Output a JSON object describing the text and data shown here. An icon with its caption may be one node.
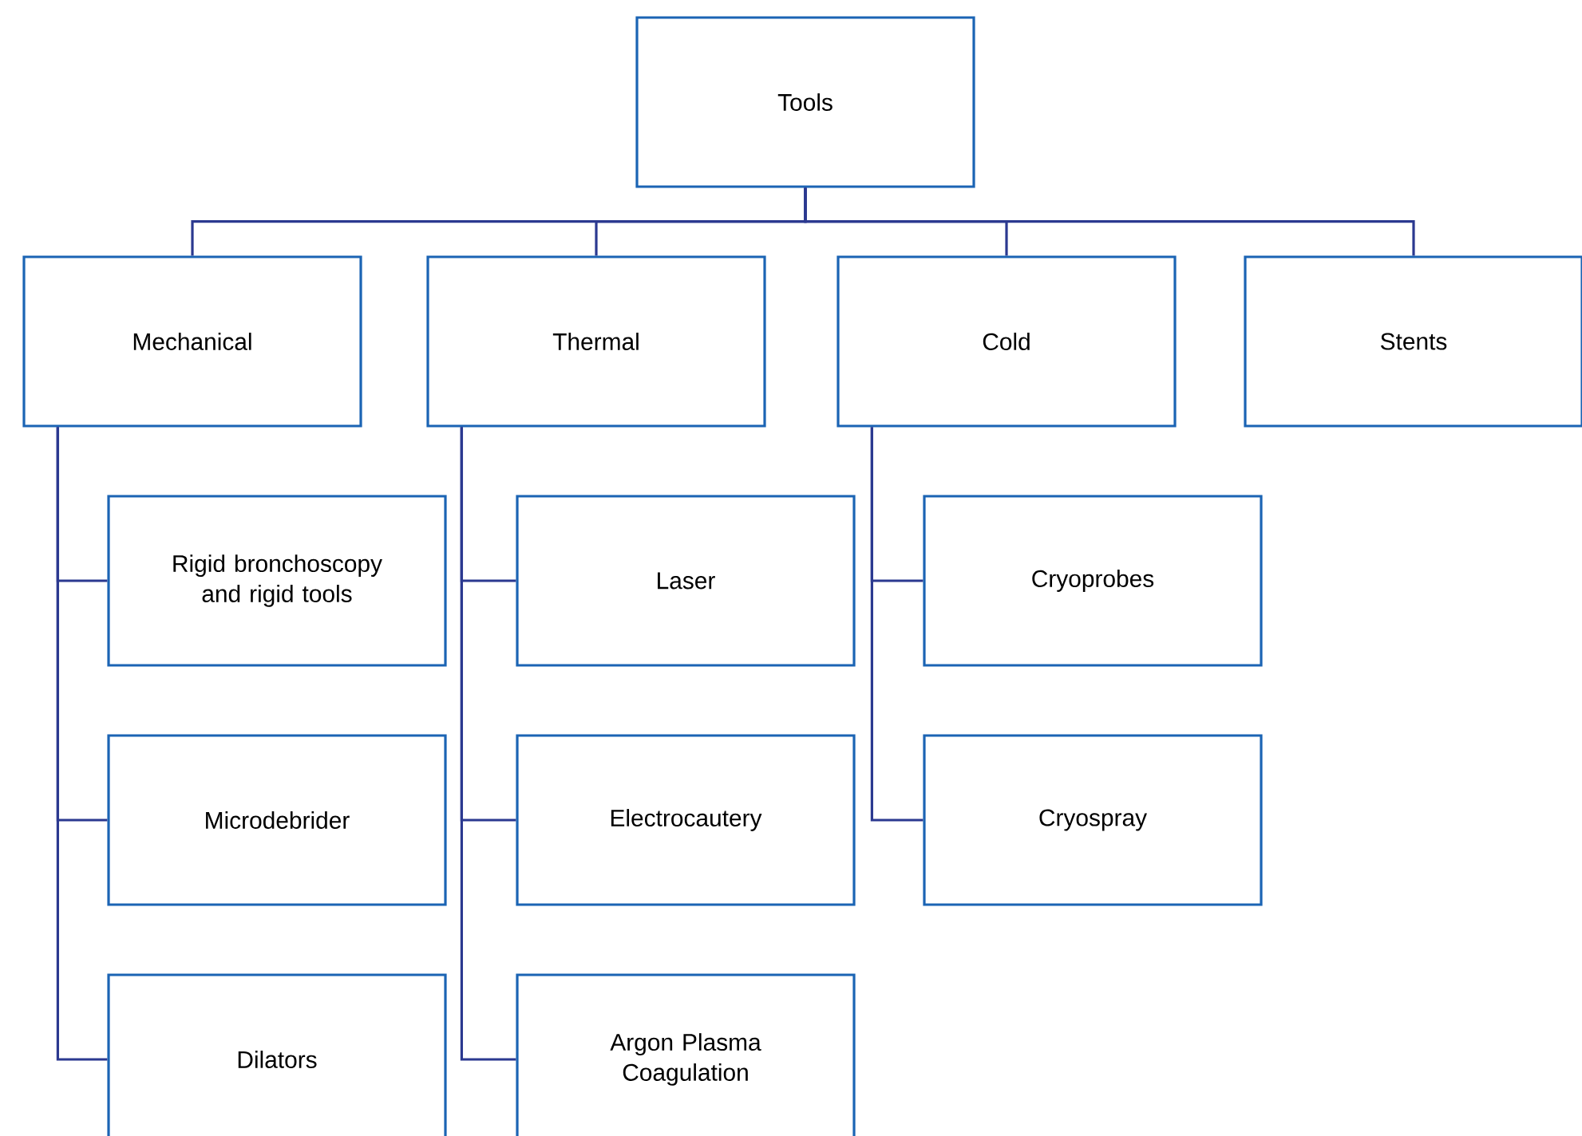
{
  "diagram": {
    "nodes": [
      {
        "text": [
          "Tools"
        ]
      },
      {
        "text": [
          "Mechanical"
        ]
      },
      {
        "text": [
          "Thermal"
        ]
      },
      {
        "text": [
          "Cold"
        ]
      },
      {
        "text": [
          "Stents"
        ]
      },
      {
        "text": [
          "Rigid bronchoscopy and rigid tools"
        ]
      },
      {
        "text": [
          "Microdebrider"
        ]
      },
      {
        "text": [
          "Dilators"
        ]
      },
      {
        "text": [
          "Laser"
        ]
      },
      {
        "text": [
          "Electrocautery"
        ]
      },
      {
        "text": [
          "Argon Plasma Coagulation"
        ]
      },
      {
        "text": [
          "Cryoprobes"
        ]
      },
      {
        "text": [
          "Cryospray"
        ]
      }
    ],
    "edges": [
      {
        "from": 0,
        "to": 1,
        "arrow": "none"
      },
      {
        "from": 0,
        "to": 2,
        "arrow": "none"
      },
      {
        "from": 0,
        "to": 3,
        "arrow": "none"
      },
      {
        "from": 0,
        "to": 4,
        "arrow": "none"
      },
      {
        "from": 1,
        "to": 5,
        "arrow": "none"
      },
      {
        "from": 1,
        "to": 6,
        "arrow": "none"
      },
      {
        "from": 1,
        "to": 7,
        "arrow": "none"
      },
      {
        "from": 2,
        "to": 8,
        "arrow": "none"
      },
      {
        "from": 2,
        "to": 9,
        "arrow": "none"
      },
      {
        "from": 2,
        "to": 10,
        "arrow": "none"
      },
      {
        "from": 3,
        "to": 11,
        "arrow": "none"
      },
      {
        "from": 3,
        "to": 12,
        "arrow": "none"
      }
    ]
  }
}
